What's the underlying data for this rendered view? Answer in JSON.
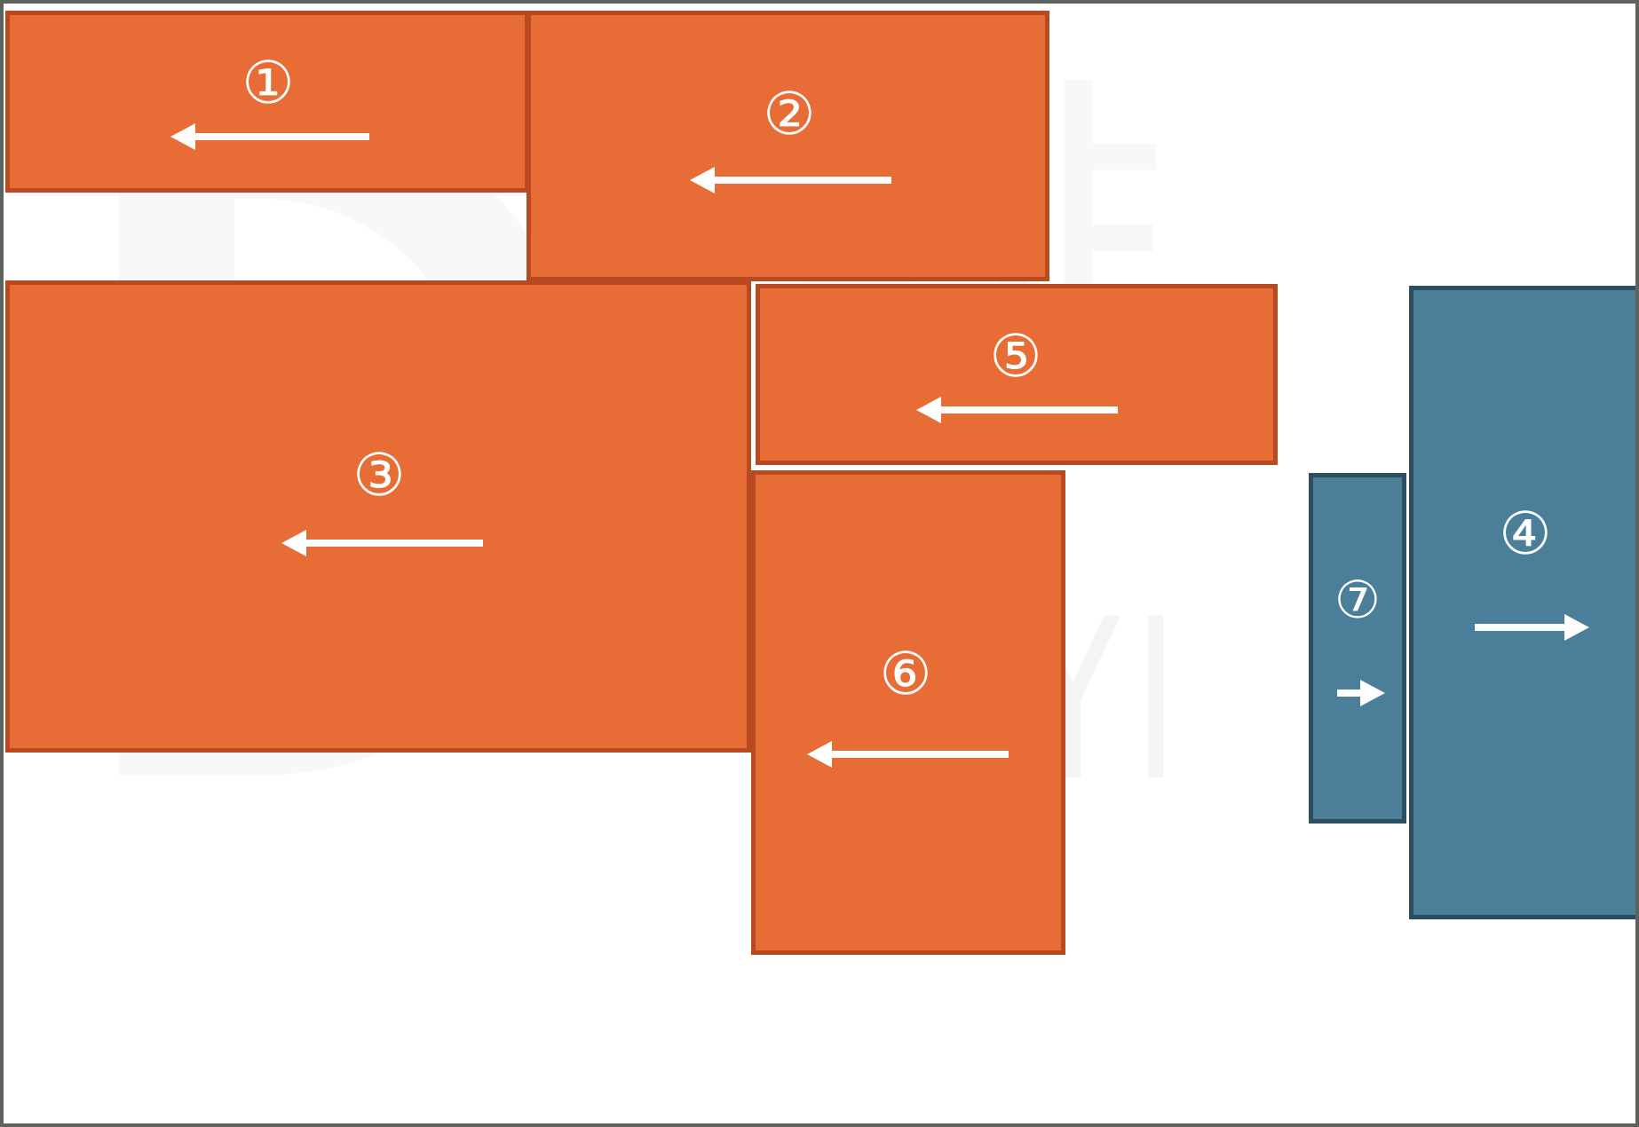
{
  "diagram": {
    "blocks": [
      {
        "id": "1",
        "label": "①",
        "color": "orange",
        "direction": "left"
      },
      {
        "id": "2",
        "label": "②",
        "color": "orange",
        "direction": "left"
      },
      {
        "id": "3",
        "label": "③",
        "color": "orange",
        "direction": "left"
      },
      {
        "id": "4",
        "label": "④",
        "color": "blue",
        "direction": "right"
      },
      {
        "id": "5",
        "label": "⑤",
        "color": "orange",
        "direction": "left"
      },
      {
        "id": "6",
        "label": "⑥",
        "color": "orange",
        "direction": "left"
      },
      {
        "id": "7",
        "label": "⑦",
        "color": "blue",
        "direction": "right"
      }
    ],
    "colors": {
      "orange": "#e86c36",
      "orange_border": "#b84a21",
      "blue": "#4b7f99",
      "blue_border": "#2c4e5f",
      "arrow": "#ffffff"
    },
    "watermark": {
      "cjk": "排",
      "text": "DUYI"
    }
  }
}
